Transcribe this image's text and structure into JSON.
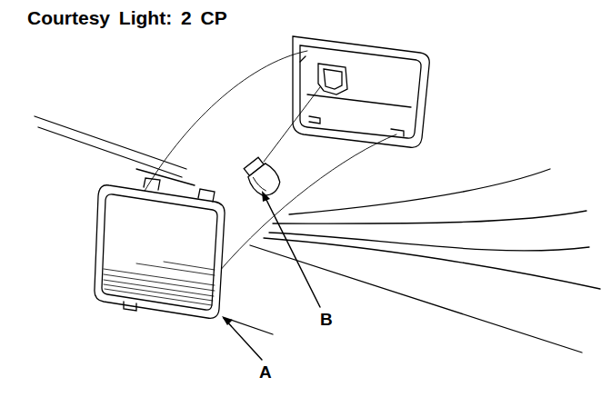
{
  "diagram": {
    "title": "Courtesy Light: 2 CP",
    "labels": [
      "A",
      "B"
    ]
  }
}
